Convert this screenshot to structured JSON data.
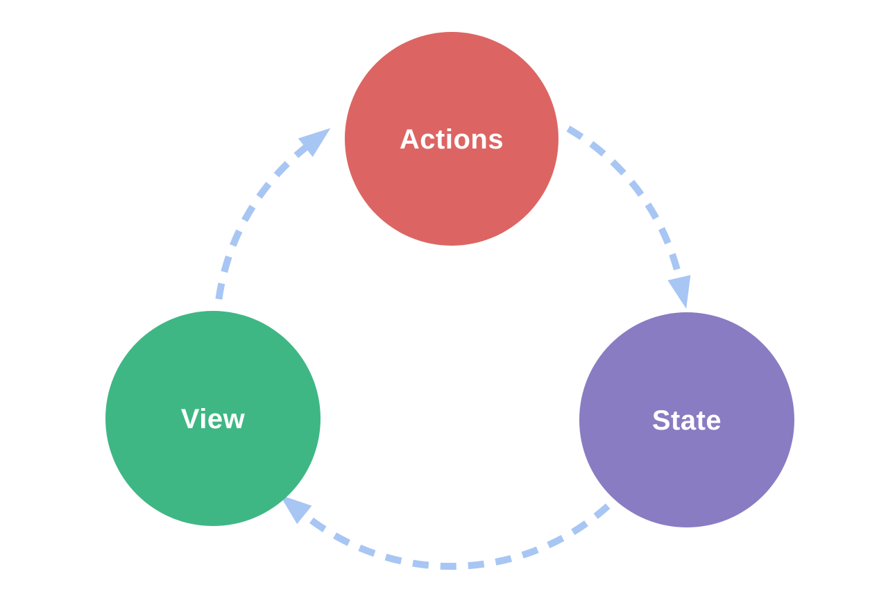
{
  "diagram": {
    "background": "#ffffff",
    "arrow_color": "#a8c6f3",
    "label_color": "#ffffff",
    "nodes": [
      {
        "id": "actions",
        "label": "Actions",
        "color": "#dc6563"
      },
      {
        "id": "state",
        "label": "State",
        "color": "#8a7cc2"
      },
      {
        "id": "view",
        "label": "View",
        "color": "#3eb784"
      }
    ],
    "edges": [
      {
        "from": "Actions",
        "to": "State"
      },
      {
        "from": "State",
        "to": "View"
      },
      {
        "from": "View",
        "to": "Actions"
      }
    ]
  }
}
